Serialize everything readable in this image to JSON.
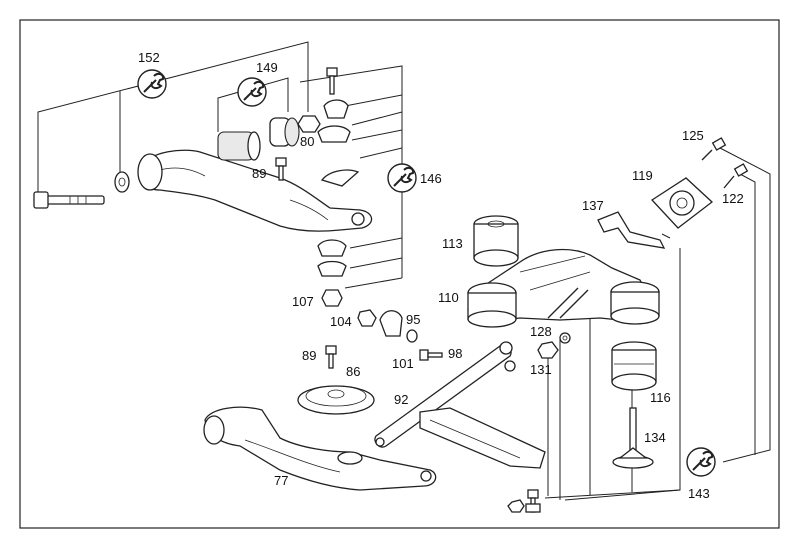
{
  "diagram": {
    "frame_color": "#222222",
    "callouts": {
      "l152": "152",
      "l149": "149",
      "l80": "80",
      "l89a": "89",
      "l146": "146",
      "l107": "107",
      "l104": "104",
      "l95": "95",
      "l101": "101",
      "l98": "98",
      "l89b": "89",
      "l86": "86",
      "l92": "92",
      "l77": "77",
      "l113": "113",
      "l110": "110",
      "l137": "137",
      "l125": "125",
      "l119": "119",
      "l122": "122",
      "l128": "128",
      "l131": "131",
      "l116": "116",
      "l134": "134",
      "l143": "143"
    },
    "wrench_badges": [
      "152",
      "149",
      "146",
      "143"
    ],
    "icons": [
      "wrench-icon",
      "nut-bolt-icon"
    ]
  }
}
